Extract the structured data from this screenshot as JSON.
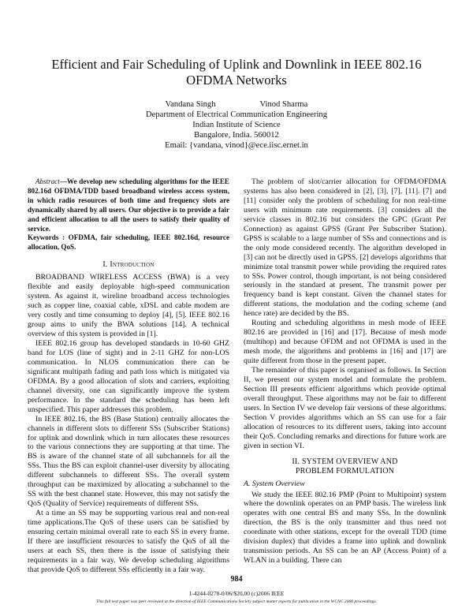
{
  "title": [
    "Efficient and Fair Scheduling of Uplink and Downlink in IEEE 802.16",
    "OFDMA Networks"
  ],
  "authors": {
    "names": [
      "Vandana Singh",
      "Vinod Sharma"
    ],
    "department": "Department of Electrical Communication Engineering",
    "institute": "Indian Institute of Science",
    "city": "Bangalore, India. 560012",
    "email": "Email: {vandana, vinod}@ece.iisc.ernet.in"
  },
  "abstract": {
    "label": "Abstract",
    "text": "—We develop new scheduling algorithms for the IEEE 802.16d OFDMA/TDD based broadband wireless access system, in which radio resources of both time and frequency slots are dynamically shared by all users. Our objective is to provide a fair and efficient allocation to all the users to satisfy their quality of service.",
    "keywords": "Keywords : OFDMA, fair scheduling, IEEE 802.16d, resource allocation, QoS."
  },
  "section1": {
    "heading": "I. Introduction",
    "paragraphs": [
      "BROADBAND WIRELESS ACCESS (BWA) is a very flexible and easily deployable high-speed communication system. As against it, wireline broadband access technologies such as copper line, coaxial cable, xDSL and cable modem are very costly and time consuming to deploy [4], [5]. IEEE 802.16 group aims to unify the BWA solutions [14]. A technical overview of this system is provided in [1].",
      "IEEE 802.16 group has developed standards in 10-60 GHZ band for LOS (line of sight) and in 2-11 GHZ for non-LOS communication. In NLOS communication there can be significant multipath fading and path loss which is mitigated via OFDMA. By a good allocation of slots and carriers, exploiting channel diversity, one can significantly improve the system performance. In the standard the scheduling has been left unspecified. This paper addresses this problem.",
      "In IEEE 802.16, the BS (Base Station) centrally allocates the channels in different slots to different SSs (Subscriber Stations) for uplink and downlink which in turn allocates these resources to the various connections they are supporting at that time. The BS is aware of the channel state of all subchannels for all the SSs. Thus the BS can exploit channel-user diversity by allocating different subchannels to different SSs. The overall system throughput can be maximized by allocating a subchannel to the SS with the best channel state. However, this may not satisfy the QoS (Quality of Service) requirements of different SSs.",
      "At a time an SS may be supporting various real and non-real time applications.The QoS of these users can be satisfied by ensuring certain minimal overall rate to each SS in every frame. If there are insufficient resources to satisfy the QoS of all the users at each SS, then there is the issue of satisfying their requirements in a fair way. We develop scheduling algorithms that provide QoS to different SSs efficiently in a fair way.",
      "The problem of slot/carrier allocation for OFDM/OFDMA systems has also been considered in [2], [3], [7], [11]. [7] and [11] consider only the problem of scheduling for non real-time users with minimum rate requirements. [3] considers all the service classes in 802.16 but considers the GPC (Grant Per Connection) as against GPSS (Grant Per Subscriber Station). GPSS is scalable to a large number of SSs and connections and is the only mode considered recently. The algorithm developed in [3] can not be directly used in GPSS. [2] develops algorithms that minimize total transmit power while providing the required rates to SSs. Power control, though important, is not being considered seriously in the standard at present. The transmit power per frequency band is kept constant. Given the channel states for different stations, the modulation and the coding scheme (and hence rate) are decided by the BS.",
      "Routing and scheduling algorithms in mesh mode of IEEE 802.16 are provided in [16] and [17]. Because of mesh mode (multihop) and because OFDM and not OFDMA is used in the mesh mode, the algorithms and problems in [16] and [17] are quite different from those in the present paper.",
      "The remainder of this paper is organised as follows. In Section II, we present our system model and formulate the problem. Section III presents efficient algorithms which provide optimal overall throughput. These algorithms may not be fair to different users. In Section IV we develop fair versions of these algorithms. Section V provides algorithms which an SS can use for a fair allocation of resources to its different users, taking into account their QoS. Concluding remarks and directions for future work are given in section VI."
    ]
  },
  "section2": {
    "heading": "II. SYSTEM OVERVIEW AND PROBLEM FORMULATION",
    "subheading": "A. System Overview",
    "paragraphs": [
      "We study the IEEE 802.16 PMP (Point to Multipoint) system where the downlink operates on an PMP basis. The wireless link operates with one central BS and many SSs. In the downlink direction, the BS is the only transmitter and thus need not coordinate with other stations, except for the overall TDD (time division duplex) that divides a frame into uplink and downlink transmission periods. An SS can be an AP (Access Point) of a WLAN in a building. There can"
    ]
  },
  "footer": {
    "page_number": "984",
    "isbn": "1-4244-0270-0/06/$20.00 (c)2006 IEEE",
    "note": "This full text paper was peer reviewed at the direction of IEEE Communications Society subject matter experts for publication in the WCNC 2006 proceedings."
  }
}
